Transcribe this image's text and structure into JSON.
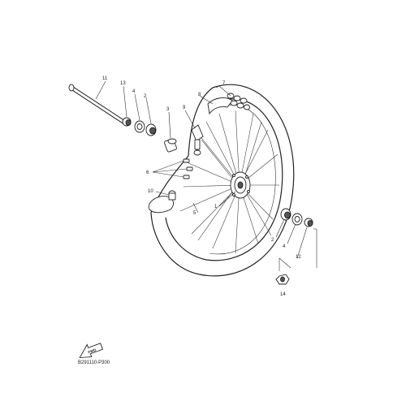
{
  "diagram": {
    "reference_code": "B291110-P300",
    "direction_label": "FWD",
    "callouts": [
      "1",
      "2",
      "2",
      "3",
      "4",
      "4",
      "5",
      "6",
      "7",
      "8",
      "9",
      "10",
      "11",
      "12",
      "13",
      "14"
    ]
  }
}
